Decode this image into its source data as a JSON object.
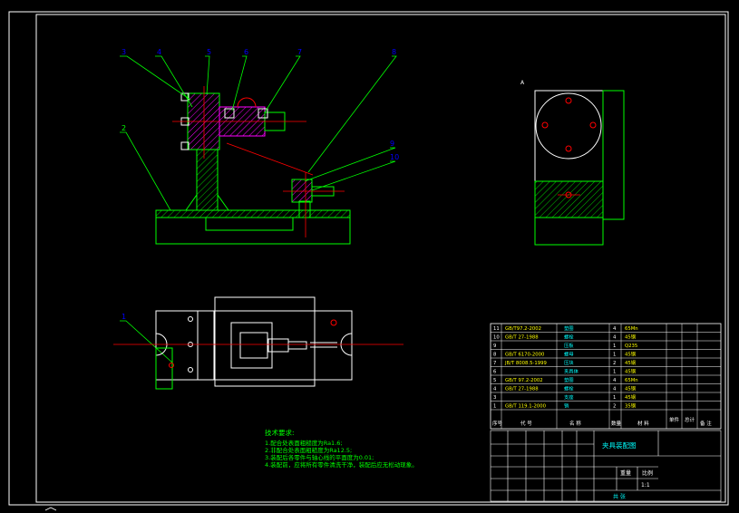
{
  "colors": {
    "background": "#000000",
    "frame": "#ffffff",
    "part": "#00ff00",
    "hatch": "#ff00ff",
    "centerline": "#ff0000",
    "leader": "#00ff00",
    "balloon_text": "#0000ff",
    "table_text": "#00ffff",
    "table_text_alt": "#ffff00",
    "notes": "#00ff00"
  },
  "balloons": {
    "b1": "3",
    "b2": "4",
    "b3": "5",
    "b4": "6",
    "b5": "7",
    "b6": "8",
    "b7": "2",
    "b8": "9",
    "b9": "10",
    "b10": "1"
  },
  "side_view_mark": "A",
  "bom": {
    "rows": [
      {
        "no": "11",
        "code": "GB/T97.2-2002",
        "name": "垫圈",
        "qty": "4",
        "material": "65Mn"
      },
      {
        "no": "10",
        "code": "GB/T 27-1988",
        "name": "螺栓",
        "qty": "4",
        "material": "45钢"
      },
      {
        "no": "9",
        "code": "",
        "name": "压板",
        "qty": "1",
        "material": "Q235"
      },
      {
        "no": "8",
        "code": "GB/T 6170-2000",
        "name": "螺母",
        "qty": "1",
        "material": "45钢"
      },
      {
        "no": "7",
        "code": "JB/T 8008.5-1999",
        "name": "压块",
        "qty": "2",
        "material": "45钢"
      },
      {
        "no": "6",
        "code": "",
        "name": "夹具体",
        "qty": "1",
        "material": "45钢"
      },
      {
        "no": "5",
        "code": "GB/T 97.2-2002",
        "name": "垫圈",
        "qty": "4",
        "material": "65Mn"
      },
      {
        "no": "4",
        "code": "GB/T 27-1988",
        "name": "螺栓",
        "qty": "4",
        "material": "45钢"
      },
      {
        "no": "3",
        "code": "",
        "name": "支座",
        "qty": "1",
        "material": "45钢"
      },
      {
        "no": "1",
        "code": "GB/T 119.1-2000",
        "name": "销",
        "qty": "2",
        "material": "35钢"
      }
    ],
    "header": {
      "no": "序号",
      "code": "代  号",
      "name": "名  称",
      "qty": "数量",
      "material": "材  料",
      "unit_weight": "单件",
      "total_weight": "总计",
      "remark": "备  注"
    }
  },
  "title_block": {
    "drawing_title": "夹具装配图",
    "scale_label": "比例",
    "scale": "1:1",
    "weight_label": "重量",
    "sheet_label": "共  张"
  },
  "notes": {
    "heading": "技术要求:",
    "lines": [
      "1.配合处表面粗糙度为Ra1.6;",
      "2.非配合处表面粗糙度为Ra12.5;",
      "3.装配后各零件与轴心线的平面度为0.01;",
      "4.装配前，应将所有零件清洗干净，装配后应无松动现象。"
    ]
  }
}
